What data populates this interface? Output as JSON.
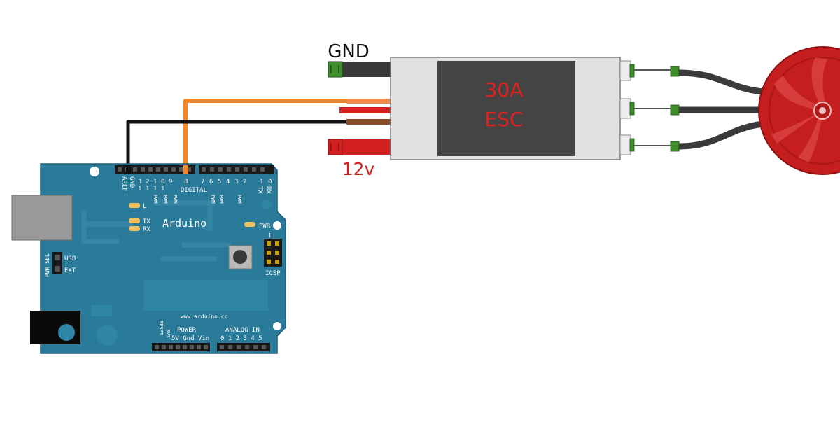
{
  "labels": {
    "gnd": "GND",
    "v12": "12v",
    "esc_line1": "30A",
    "esc_line2": "ESC"
  },
  "arduino": {
    "brand": "Arduino",
    "url": "www.arduino.cc",
    "digital": "DIGITAL",
    "aref": "AREF",
    "gnd_pin": "GND",
    "pins_high": [
      "1",
      "1",
      "1",
      "1",
      "9",
      "8"
    ],
    "pins_high_top": [
      "3",
      "2",
      "1",
      "0"
    ],
    "pins_low": [
      "7",
      "6",
      "5",
      "4",
      "3",
      "2"
    ],
    "tx_pin": "TX",
    "rx_pin": "RX",
    "one": "1",
    "zero": "0",
    "pwm": "PWM",
    "led_l": "L",
    "led_tx": "TX",
    "led_rx": "RX",
    "pwr_led": "PWR",
    "icsp": "ICSP",
    "icsp_1": "1",
    "pwr_sel": "PWR SEL",
    "usb": "USB",
    "ext": "EXT",
    "reset": "RESET",
    "v3": "3V3",
    "power": "POWER",
    "power_pins": "5V Gnd Vin",
    "analog_in": "ANALOG IN",
    "analog_pins": "0 1 2 3 4 5"
  },
  "colors": {
    "board": "#2a7a99",
    "board_dark": "#246a85",
    "signal_wire": "#f4862a",
    "black_wire": "#111111",
    "red_wire": "#d22020",
    "esc_case": "#e2e2e2",
    "esc_label": "#444444",
    "esc_text": "#e02020",
    "motor": "#c41e1e",
    "connector_green": "#3e8f2b",
    "motor_wire": "#3a3a3a"
  }
}
